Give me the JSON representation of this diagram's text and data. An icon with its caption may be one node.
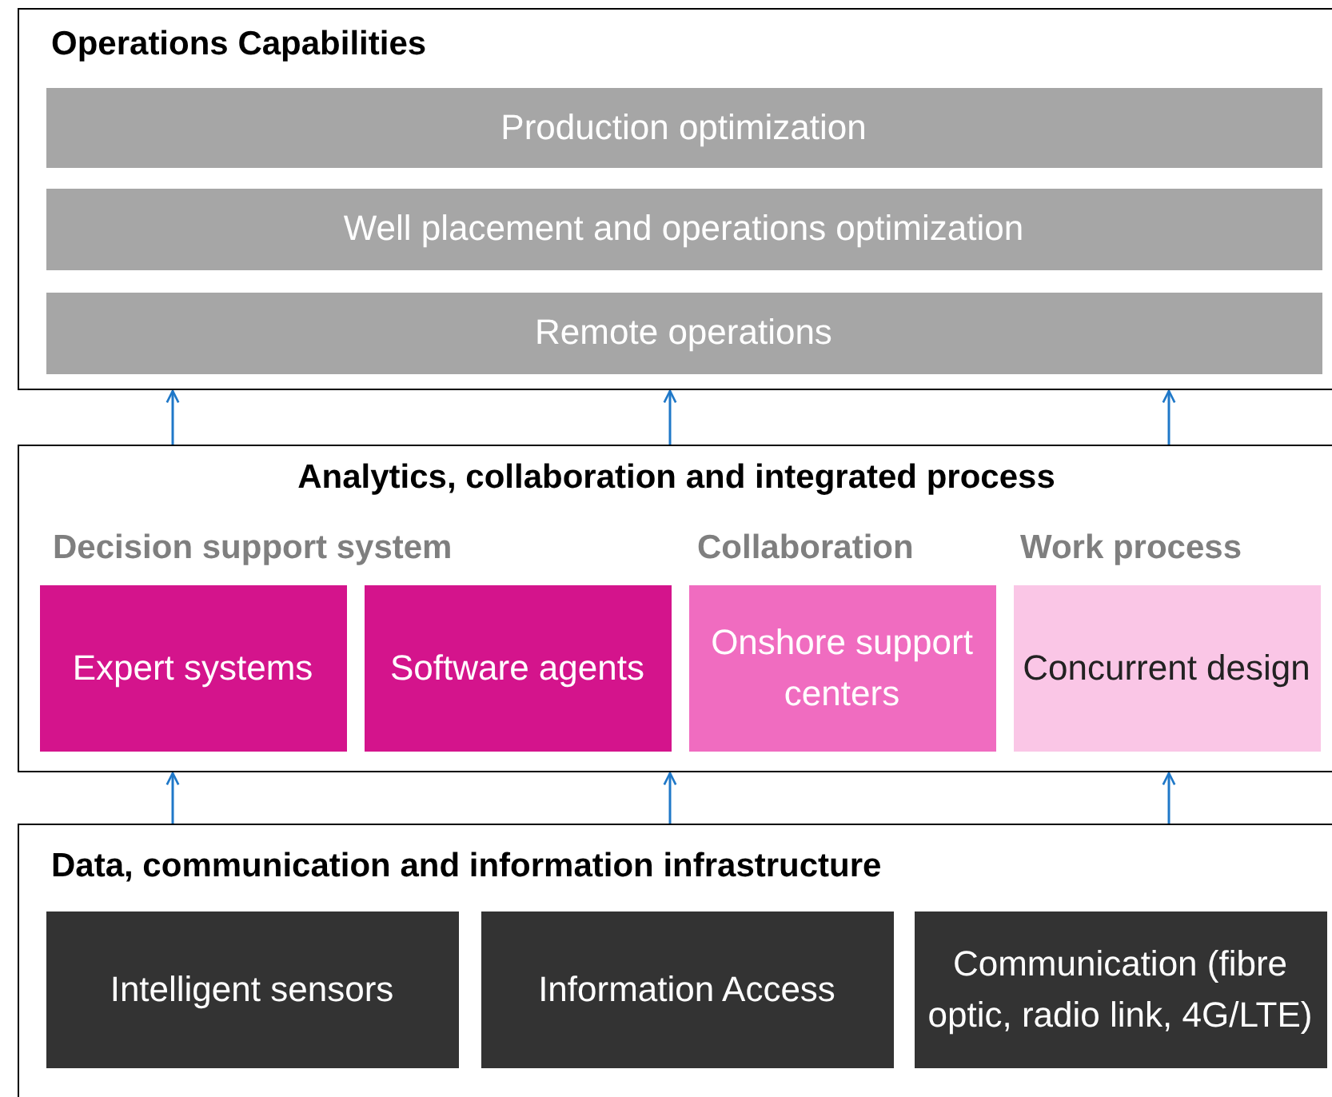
{
  "diagram": {
    "nodes": [
      {
        "text": [
          "Operations Capabilities"
        ]
      },
      {
        "text": [
          "Production optimization"
        ],
        "in": 0
      },
      {
        "text": [
          "Well placement and operations optimization"
        ],
        "in": 0
      },
      {
        "text": [
          "Remote operations"
        ],
        "in": 0
      },
      {
        "text": [
          "Analytics, collaboration and integrated process"
        ]
      },
      {
        "text": [
          "Expert systems"
        ],
        "in": 4
      },
      {
        "text": [
          "Software agents"
        ],
        "in": 4
      },
      {
        "text": [
          "Onshore support centers"
        ],
        "in": 4
      },
      {
        "text": [
          "Concurrent design"
        ],
        "in": 4
      },
      {
        "text": [
          "Data, communication and information infrastructure"
        ]
      },
      {
        "text": [
          "Intelligent sensors"
        ],
        "in": 9
      },
      {
        "text": [
          "Information Access"
        ],
        "in": 9
      },
      {
        "text": [
          "Communication (fibre optic, radio link, 4G/LTE)"
        ],
        "in": 9
      }
    ],
    "edges": [
      {
        "from": 4,
        "to": 0,
        "arrow": "to"
      },
      {
        "from": 4,
        "to": 0,
        "arrow": "to"
      },
      {
        "from": 4,
        "to": 0,
        "arrow": "to"
      },
      {
        "from": 9,
        "to": 4,
        "arrow": "to"
      },
      {
        "from": 9,
        "to": 4,
        "arrow": "to"
      },
      {
        "from": 9,
        "to": 4,
        "arrow": "to"
      }
    ],
    "labels": [
      "Decision support system",
      "Collaboration",
      "Work process"
    ]
  }
}
